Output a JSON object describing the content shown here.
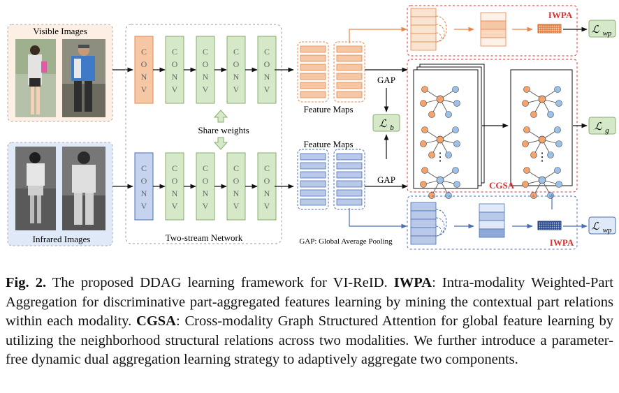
{
  "visible_label": "Visible Images",
  "infrared_label": "Infrared Images",
  "conv_letters": [
    "C",
    "O",
    "N",
    "V"
  ],
  "share_weights": "Share weights",
  "two_stream": "Two-stream Network",
  "feature_maps_top": "Feature Maps",
  "feature_maps_bottom": "Feature Maps",
  "gap_top": "GAP",
  "gap_bottom": "GAP",
  "gap_note": "GAP: Global Average Pooling",
  "loss_b": "ℒ",
  "loss_b_sub": "b",
  "loss_g": "ℒ",
  "loss_g_sub": "g",
  "loss_wp_top": "ℒ",
  "loss_wp_top_sub": "wp",
  "loss_wp_bottom": "ℒ",
  "loss_wp_bottom_sub": "wp",
  "iwpa_top": "IWPA",
  "iwpa_bottom": "IWPA",
  "cgsa": "CGSA",
  "graph_dots": "⋮",
  "caption": {
    "fig": "Fig. 2.",
    "t1": " The proposed DDAG learning framework for VI-ReID. ",
    "iwpa": "IWPA",
    "t2": ": Intra-modality Weighted-Part Aggregation for discriminative part-aggregated features learning by mining the contextual part relations within each modality. ",
    "cgsa": "CGSA",
    "t3": ": Cross-modality Graph Structured Attention for global feature learning by utilizing the neighborhood structural relations across two modalities. We further introduce a parameter-free dynamic dual aggregation learning strategy to adaptively aggregate two components."
  },
  "colors": {
    "orange": "#e8864a",
    "orange_fill": "#f6c7a4",
    "orange_bg": "#fdefe4",
    "blue": "#4a6fb5",
    "blue_fill": "#b8c9ea",
    "blue_bg": "#dfe9f7",
    "green_fill": "#d5e8c8",
    "green_stroke": "#88ad70",
    "red": "#d93030"
  }
}
